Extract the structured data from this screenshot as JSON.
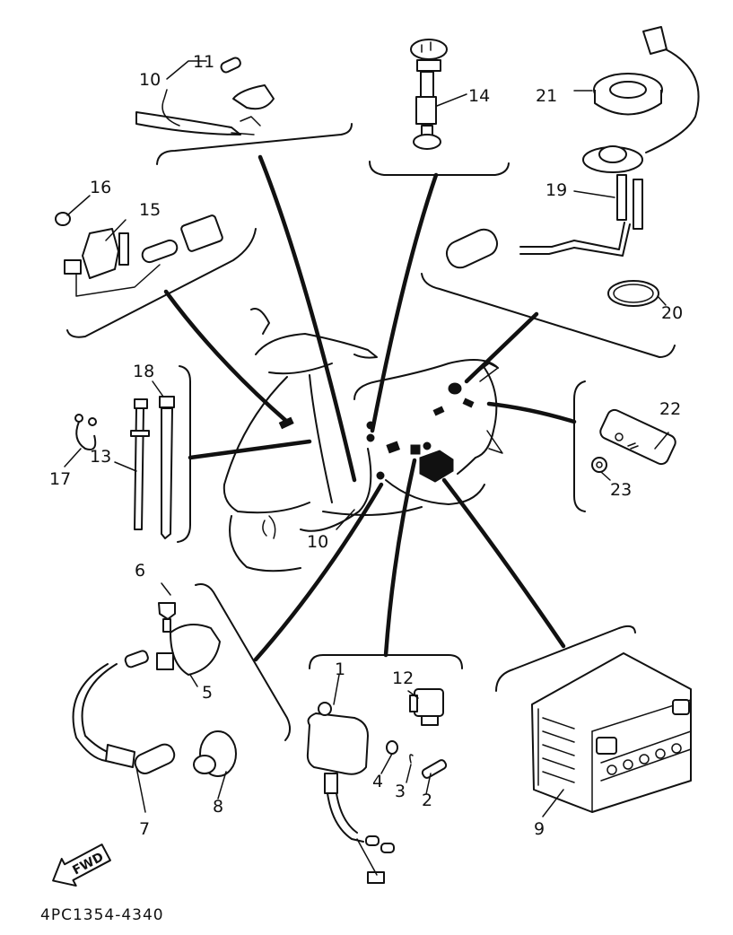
{
  "diagram": {
    "title": "Electrical parts exploded view",
    "reference_code": "4PC1354-4340",
    "direction_arrow": {
      "label": "FWD",
      "icon": "forward-arrow-icon"
    },
    "groups": [
      {
        "id": "wire-harness",
        "parts": [
          "10",
          "11"
        ]
      },
      {
        "id": "fuel-cock",
        "parts": [
          "14"
        ]
      },
      {
        "id": "fuel-sender",
        "parts": [
          "21",
          "19",
          "20"
        ]
      },
      {
        "id": "switch-bracket",
        "parts": [
          "16",
          "15"
        ]
      },
      {
        "id": "cable-ties",
        "parts": [
          "18",
          "17",
          "13"
        ]
      },
      {
        "id": "reflector",
        "parts": [
          "22",
          "23"
        ]
      },
      {
        "id": "ignition-coil",
        "parts": [
          "6",
          "5",
          "7",
          "8"
        ]
      },
      {
        "id": "cdi-unit",
        "parts": [
          "1",
          "12",
          "4",
          "3",
          "2"
        ]
      },
      {
        "id": "battery",
        "parts": [
          "9"
        ]
      }
    ],
    "callouts": {
      "p1": "1",
      "p2": "2",
      "p3": "3",
      "p4": "4",
      "p5": "5",
      "p6": "6",
      "p7": "7",
      "p8": "8",
      "p9": "9",
      "p10": "10",
      "p10b": "10",
      "p11": "11",
      "p12": "12",
      "p13": "13",
      "p14": "14",
      "p15": "15",
      "p16": "16",
      "p17": "17",
      "p18": "18",
      "p19": "19",
      "p20": "20",
      "p21": "21",
      "p22": "22",
      "p23": "23"
    }
  }
}
